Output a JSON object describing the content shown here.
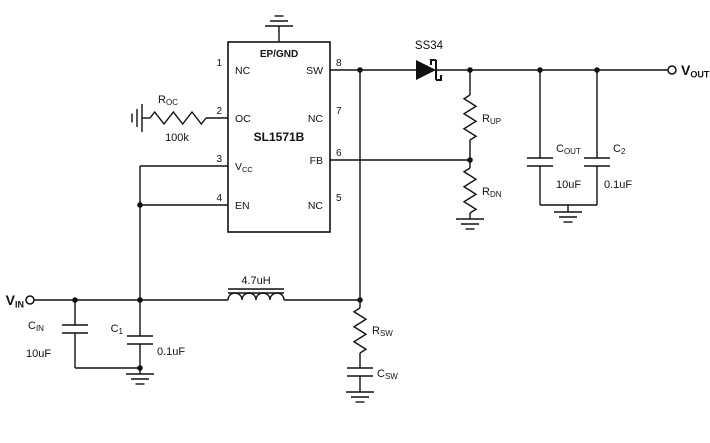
{
  "schematic": {
    "ic": {
      "part_number": "SL1571B",
      "exposed_pad": "EP/GND",
      "pins": {
        "left": [
          {
            "num": "1",
            "name": "NC",
            "name_sub": ""
          },
          {
            "num": "2",
            "name": "OC",
            "name_sub": ""
          },
          {
            "num": "3",
            "name": "V",
            "name_sub": "CC"
          },
          {
            "num": "4",
            "name": "EN",
            "name_sub": ""
          }
        ],
        "right": [
          {
            "num": "8",
            "name": "SW"
          },
          {
            "num": "7",
            "name": "NC"
          },
          {
            "num": "6",
            "name": "FB"
          },
          {
            "num": "5",
            "name": "NC"
          }
        ]
      }
    },
    "components": {
      "r_oc": {
        "ref": "R",
        "ref_sub": "OC",
        "value": "100k"
      },
      "d1": {
        "part": "SS34"
      },
      "l1": {
        "value": "4.7uH"
      },
      "r_up": {
        "ref": "R",
        "ref_sub": "UP"
      },
      "r_dn": {
        "ref": "R",
        "ref_sub": "DN"
      },
      "c_out": {
        "ref": "C",
        "ref_sub": "OUT",
        "value": "10uF"
      },
      "c2": {
        "ref": "C",
        "ref_sub": "2",
        "value": "0.1uF"
      },
      "c_in": {
        "ref": "C",
        "ref_sub": "IN",
        "value": "10uF"
      },
      "c1": {
        "ref": "C",
        "ref_sub": "1",
        "value": "0.1uF"
      },
      "r_sw": {
        "ref": "R",
        "ref_sub": "SW"
      },
      "c_sw": {
        "ref": "C",
        "ref_sub": "SW"
      }
    },
    "terminals": {
      "vin": {
        "label": "V",
        "label_sub": "IN"
      },
      "vout": {
        "label": "V",
        "label_sub": "OUT"
      }
    },
    "colors": {
      "line": "#111111",
      "background": "#ffffff"
    }
  }
}
